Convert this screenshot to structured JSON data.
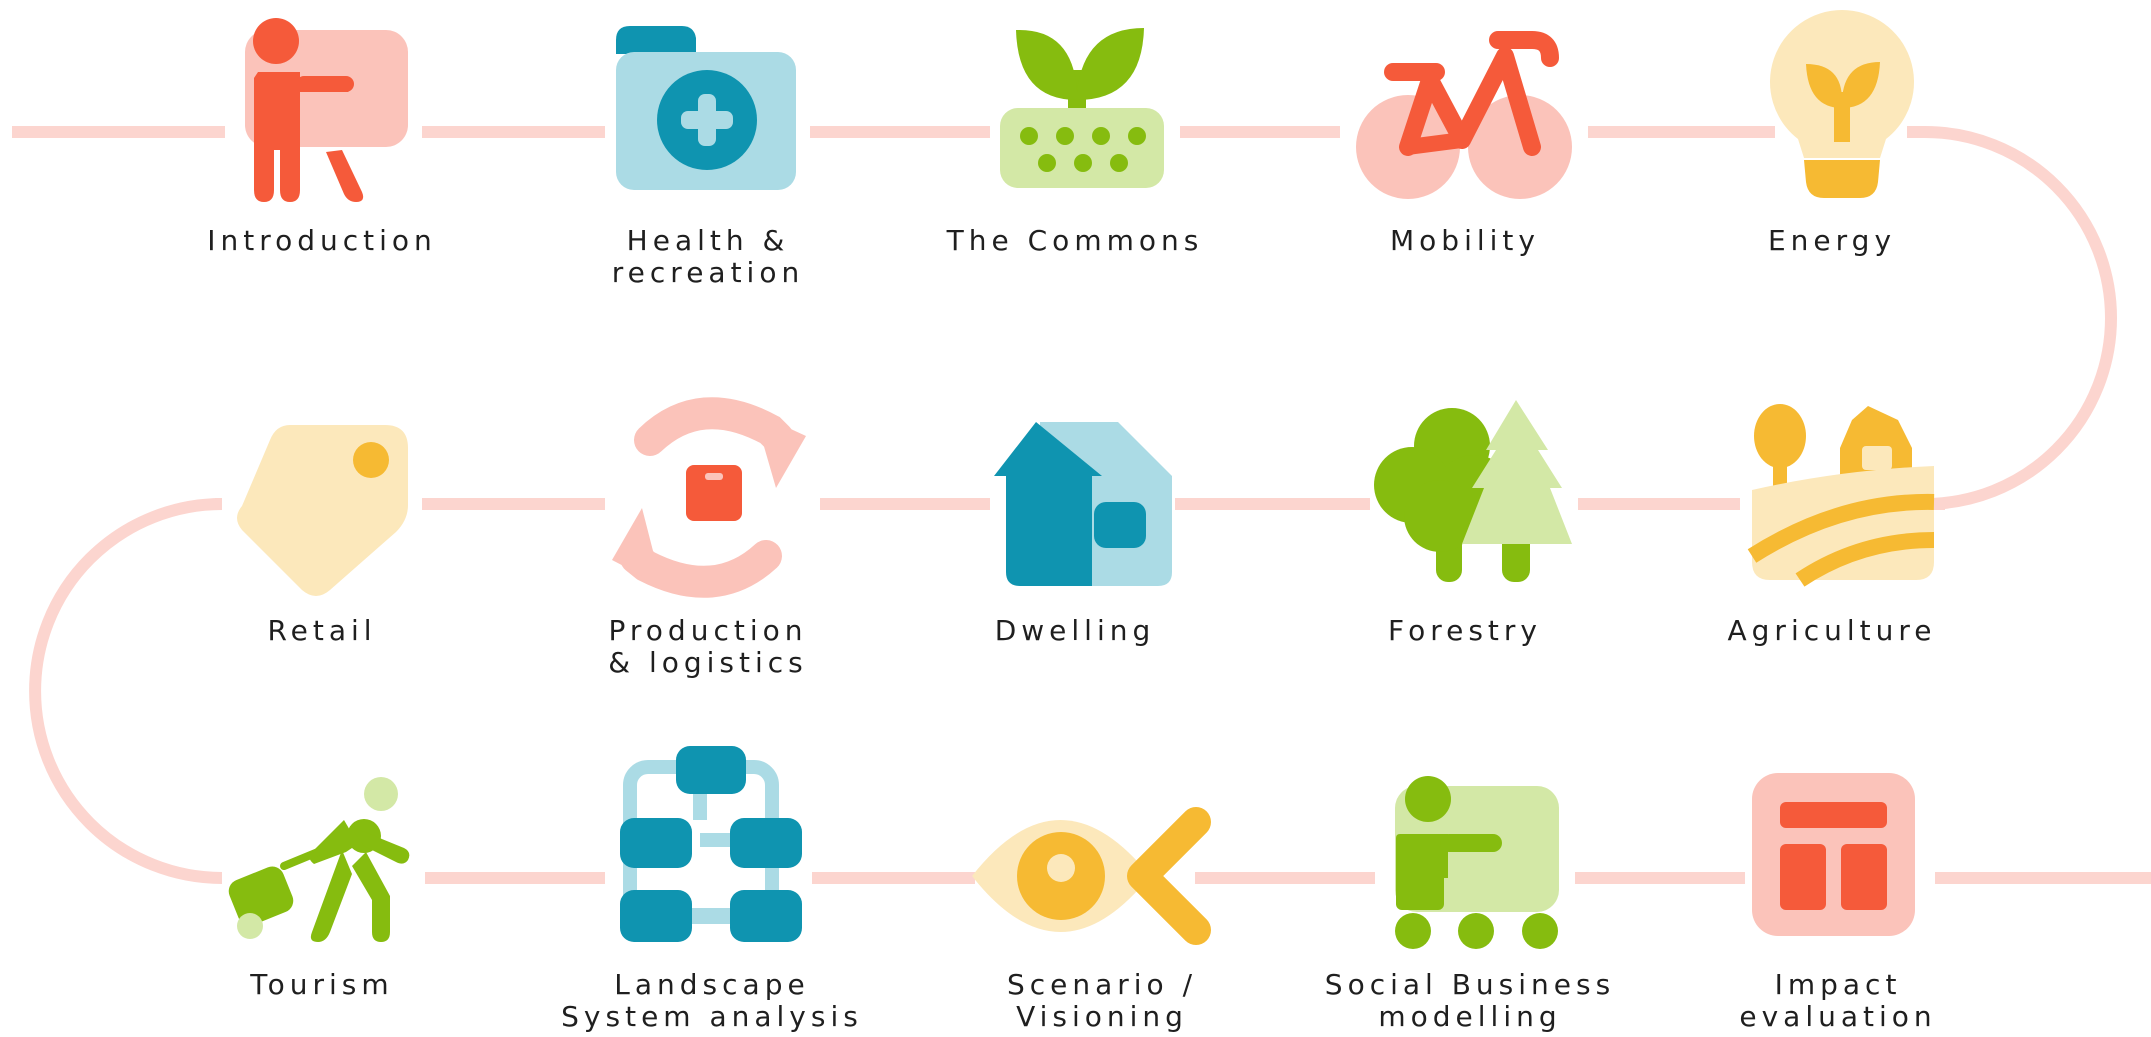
{
  "colors": {
    "track": "#fcd5cf",
    "red": "#f55a3a",
    "pink": "#fbc3ba",
    "teal": "#0f94b0",
    "light_blue": "#abdbe5",
    "green": "#86bc0f",
    "light_green": "#d3e8a6",
    "yellow": "#f6ba33",
    "light_yellow": "#fce8bb",
    "text": "#1f1f1f"
  },
  "rows": [
    {
      "items": [
        {
          "id": "introduction",
          "icon": "presenter-icon",
          "lines": [
            "Introduction"
          ]
        },
        {
          "id": "health",
          "icon": "medical-folder-icon",
          "lines": [
            "Health &",
            "recreation"
          ]
        },
        {
          "id": "commons",
          "icon": "sprout-planter-icon",
          "lines": [
            "The Commons"
          ]
        },
        {
          "id": "mobility",
          "icon": "bicycle-icon",
          "lines": [
            "Mobility"
          ]
        },
        {
          "id": "energy",
          "icon": "lightbulb-sprout-icon",
          "lines": [
            "Energy"
          ]
        }
      ]
    },
    {
      "items": [
        {
          "id": "retail",
          "icon": "price-tag-icon",
          "lines": [
            "Retail"
          ]
        },
        {
          "id": "production",
          "icon": "recycle-box-icon",
          "lines": [
            "Production",
            "& logistics"
          ]
        },
        {
          "id": "dwelling",
          "icon": "house-icon",
          "lines": [
            "Dwelling"
          ]
        },
        {
          "id": "forestry",
          "icon": "trees-icon",
          "lines": [
            "Forestry"
          ]
        },
        {
          "id": "agriculture",
          "icon": "farm-field-icon",
          "lines": [
            "Agriculture"
          ]
        }
      ]
    },
    {
      "items": [
        {
          "id": "tourism",
          "icon": "traveler-luggage-icon",
          "lines": [
            "Tourism"
          ]
        },
        {
          "id": "landscape",
          "icon": "system-network-icon",
          "lines": [
            "Landscape",
            "System analysis"
          ]
        },
        {
          "id": "scenario",
          "icon": "eye-vision-icon",
          "lines": [
            "Scenario /",
            "Visioning"
          ]
        },
        {
          "id": "social",
          "icon": "team-presentation-icon",
          "lines": [
            "Social Business",
            "modelling"
          ]
        },
        {
          "id": "impact",
          "icon": "dashboard-layout-icon",
          "lines": [
            "Impact",
            "evaluation"
          ]
        }
      ]
    }
  ]
}
